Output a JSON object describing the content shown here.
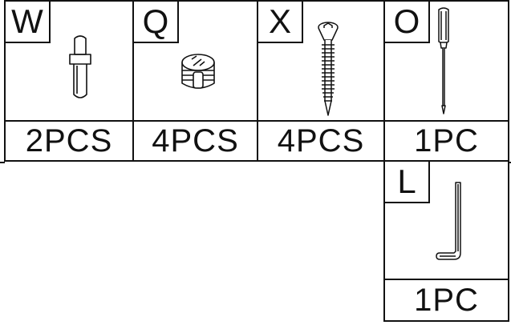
{
  "parts": [
    {
      "letter": "W",
      "quantity": "2PCS",
      "icon": "dowel-pin-icon"
    },
    {
      "letter": "Q",
      "quantity": "4PCS",
      "icon": "cam-lock-nut-icon"
    },
    {
      "letter": "X",
      "quantity": "4PCS",
      "icon": "wood-screw-icon"
    },
    {
      "letter": "O",
      "quantity": "1PC",
      "icon": "screwdriver-icon"
    },
    {
      "letter": "L",
      "quantity": "1PC",
      "icon": "allen-key-icon"
    }
  ]
}
